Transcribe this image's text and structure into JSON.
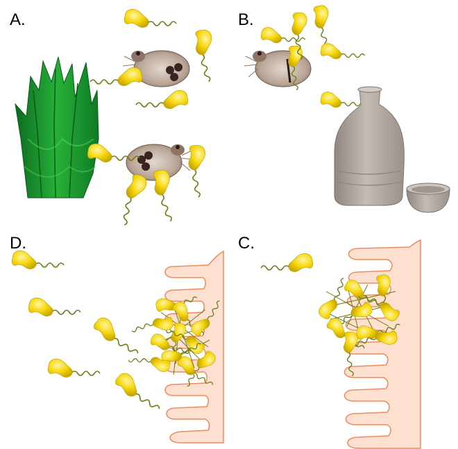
{
  "panels": {
    "a": {
      "label": "A."
    },
    "b": {
      "label": "B."
    },
    "c": {
      "label": "C."
    },
    "d": {
      "label": "D."
    }
  },
  "colors": {
    "bacterium_body": "#f2d200",
    "bacterium_highlight": "#fff27a",
    "flagellum": "#6b7a12",
    "plant_dark": "#0e7a25",
    "plant_light": "#2fbf3a",
    "crustacean_shell": "#c9b9ad",
    "crustacean_eggs": "#3a2422",
    "vessel": "#b0a8a0",
    "cup": "#aea59d",
    "intestine_fill": "#fde0d0",
    "intestine_stroke": "#f08a5d"
  },
  "icons": {
    "bacterium": "vibrio-bacterium-icon",
    "plant": "aquatic-plant-icon",
    "crustacean": "copepod-icon",
    "vessel": "sake-bottle-icon",
    "cup": "cup-icon",
    "intestine": "intestinal-villi-icon"
  }
}
